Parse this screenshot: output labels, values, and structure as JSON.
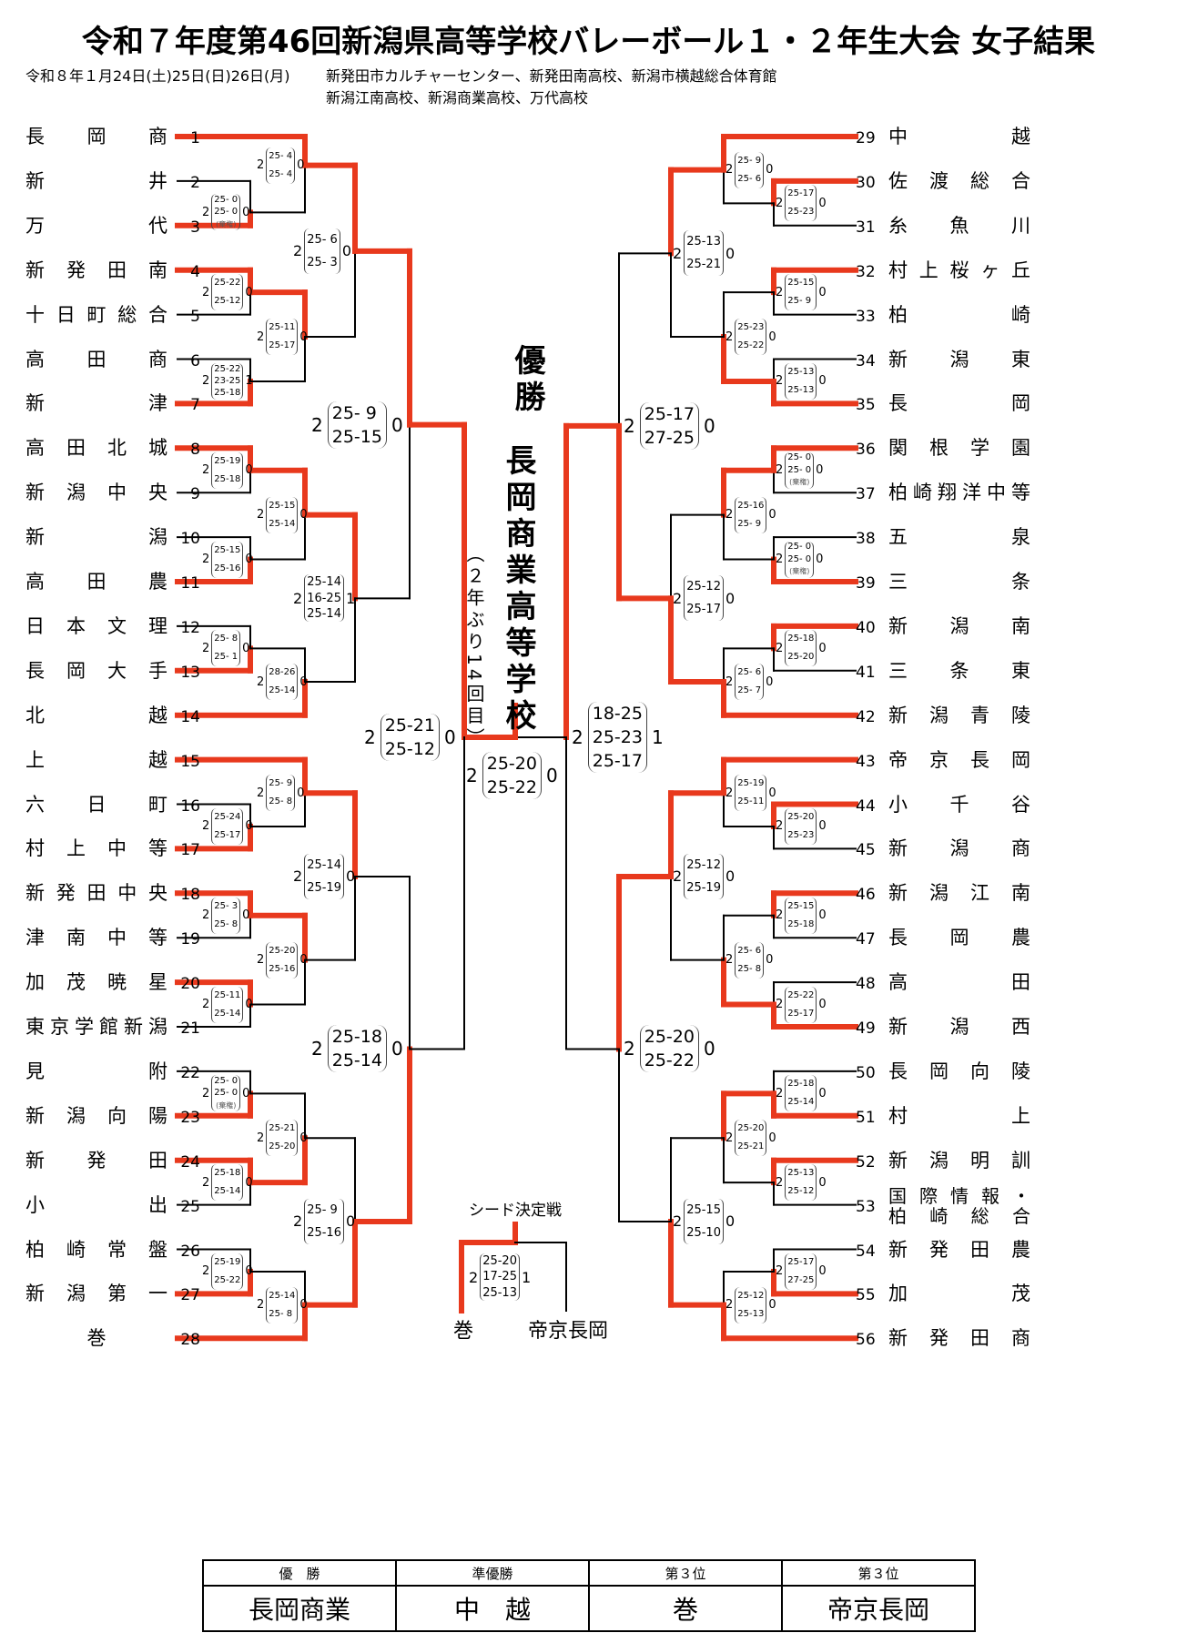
{
  "header": {
    "title": "令和７年度第46回新潟県高等学校バレーボール１・２年生大会 女子結果",
    "date_line": "令和８年１月24日(土)25日(日)26日(月)",
    "venues_line1": "新発田市カルチャーセンター、新発田南高校、新潟市横越総合体育館",
    "venues_line2": "新潟江南高校、新潟商業高校、万代高校"
  },
  "colors": {
    "winner_line": "#e8391d",
    "loser_line": "#000000"
  },
  "teams_left": [
    {
      "no": "1",
      "name": "長岡商"
    },
    {
      "no": "2",
      "name": "新井"
    },
    {
      "no": "3",
      "name": "万代"
    },
    {
      "no": "4",
      "name": "新発田南"
    },
    {
      "no": "5",
      "name": "十日町総合"
    },
    {
      "no": "6",
      "name": "高田商"
    },
    {
      "no": "7",
      "name": "新津"
    },
    {
      "no": "8",
      "name": "高田北城"
    },
    {
      "no": "9",
      "name": "新潟中央"
    },
    {
      "no": "10",
      "name": "新潟"
    },
    {
      "no": "11",
      "name": "高田農"
    },
    {
      "no": "12",
      "name": "日本文理"
    },
    {
      "no": "13",
      "name": "長岡大手"
    },
    {
      "no": "14",
      "name": "北越"
    },
    {
      "no": "15",
      "name": "上越"
    },
    {
      "no": "16",
      "name": "六日町"
    },
    {
      "no": "17",
      "name": "村上中等"
    },
    {
      "no": "18",
      "name": "新発田中央"
    },
    {
      "no": "19",
      "name": "津南中等"
    },
    {
      "no": "20",
      "name": "加茂暁星"
    },
    {
      "no": "21",
      "name": "東京学館新潟"
    },
    {
      "no": "22",
      "name": "見附"
    },
    {
      "no": "23",
      "name": "新潟向陽"
    },
    {
      "no": "24",
      "name": "新発田"
    },
    {
      "no": "25",
      "name": "小出"
    },
    {
      "no": "26",
      "name": "柏崎常盤"
    },
    {
      "no": "27",
      "name": "新潟第一"
    },
    {
      "no": "28",
      "name": "巻"
    }
  ],
  "teams_right": [
    {
      "no": "29",
      "name": "中越"
    },
    {
      "no": "30",
      "name": "佐渡総合"
    },
    {
      "no": "31",
      "name": "糸魚川"
    },
    {
      "no": "32",
      "name": "村上桜ヶ丘"
    },
    {
      "no": "33",
      "name": "柏崎"
    },
    {
      "no": "34",
      "name": "新潟東"
    },
    {
      "no": "35",
      "name": "長岡"
    },
    {
      "no": "36",
      "name": "関根学園"
    },
    {
      "no": "37",
      "name": "柏崎翔洋中等"
    },
    {
      "no": "38",
      "name": "五泉"
    },
    {
      "no": "39",
      "name": "三条"
    },
    {
      "no": "40",
      "name": "新潟南"
    },
    {
      "no": "41",
      "name": "三条東"
    },
    {
      "no": "42",
      "name": "新潟青陵"
    },
    {
      "no": "43",
      "name": "帝京長岡"
    },
    {
      "no": "44",
      "name": "小千谷"
    },
    {
      "no": "45",
      "name": "新潟商"
    },
    {
      "no": "46",
      "name": "新潟江南"
    },
    {
      "no": "47",
      "name": "長岡農"
    },
    {
      "no": "48",
      "name": "高田"
    },
    {
      "no": "49",
      "name": "新潟西"
    },
    {
      "no": "50",
      "name": "長岡向陵"
    },
    {
      "no": "51",
      "name": "村上"
    },
    {
      "no": "52",
      "name": "新潟明訓"
    },
    {
      "no": "53",
      "name": "国際情報・柏崎総合",
      "line1": "国際情報・",
      "line2": "柏崎総合"
    },
    {
      "no": "54",
      "name": "新発田農"
    },
    {
      "no": "55",
      "name": "加茂"
    },
    {
      "no": "56",
      "name": "新発田商"
    }
  ],
  "matches": [
    {
      "id": "L-2v3",
      "w": "2",
      "l": "0",
      "sets": [
        "25- 0",
        "25- 0"
      ],
      "note": "(棄権)"
    },
    {
      "id": "L-1v23",
      "w": "2",
      "l": "0",
      "sets": [
        "25- 4",
        "25- 4"
      ]
    },
    {
      "id": "L-4v5",
      "w": "2",
      "l": "0",
      "sets": [
        "25-22",
        "25-12"
      ]
    },
    {
      "id": "L-6v7",
      "w": "2",
      "l": "1",
      "sets": [
        "25-22",
        "23-25",
        "25-18"
      ]
    },
    {
      "id": "L-45v67",
      "w": "2",
      "l": "0",
      "sets": [
        "25-11",
        "25-17"
      ]
    },
    {
      "id": "L-R2a",
      "w": "2",
      "l": "0",
      "sets": [
        "25- 6",
        "25- 3"
      ]
    },
    {
      "id": "L-8v9",
      "w": "2",
      "l": "0",
      "sets": [
        "25-19",
        "25-18"
      ]
    },
    {
      "id": "L-10v11",
      "w": "2",
      "l": "0",
      "sets": [
        "25-15",
        "25-16"
      ]
    },
    {
      "id": "L-89v1011",
      "w": "2",
      "l": "0",
      "sets": [
        "25-15",
        "25-14"
      ]
    },
    {
      "id": "L-12v13",
      "w": "2",
      "l": "0",
      "sets": [
        "25- 8",
        "25- 1"
      ]
    },
    {
      "id": "L-1213v14",
      "w": "2",
      "l": "0",
      "sets": [
        "28-26",
        "25-14"
      ]
    },
    {
      "id": "L-R2b",
      "w": "2",
      "l": "1",
      "sets": [
        "25-14",
        "16-25",
        "25-14"
      ]
    },
    {
      "id": "L-QF1",
      "w": "2",
      "l": "0",
      "sets": [
        "25- 9",
        "25-15"
      ]
    },
    {
      "id": "L-15v1617",
      "w": "2",
      "l": "0",
      "sets": [
        "25- 9",
        "25- 8"
      ]
    },
    {
      "id": "L-16v17",
      "w": "2",
      "l": "0",
      "sets": [
        "25-24",
        "25-17"
      ]
    },
    {
      "id": "L-R2c",
      "w": "2",
      "l": "0",
      "sets": [
        "25-14",
        "25-19"
      ]
    },
    {
      "id": "L-18v19",
      "w": "2",
      "l": "0",
      "sets": [
        "25- 3",
        "25- 8"
      ]
    },
    {
      "id": "L-20v21",
      "w": "2",
      "l": "0",
      "sets": [
        "25-11",
        "25-14"
      ]
    },
    {
      "id": "L-1819v2021",
      "w": "2",
      "l": "0",
      "sets": [
        "25-20",
        "25-16"
      ]
    },
    {
      "id": "L-22v23",
      "w": "2",
      "l": "0",
      "sets": [
        "25- 0",
        "25- 0"
      ],
      "note": "(棄権)"
    },
    {
      "id": "L-2223v2425",
      "w": "2",
      "l": "0",
      "sets": [
        "25-21",
        "25-20"
      ]
    },
    {
      "id": "L-24v25",
      "w": "2",
      "l": "0",
      "sets": [
        "25-18",
        "25-14"
      ]
    },
    {
      "id": "L-26v27",
      "w": "2",
      "l": "0",
      "sets": [
        "25-19",
        "25-22"
      ]
    },
    {
      "id": "L-2627v28",
      "w": "2",
      "l": "0",
      "sets": [
        "25-14",
        "25- 8"
      ]
    },
    {
      "id": "L-R2d",
      "w": "2",
      "l": "0",
      "sets": [
        "25- 9",
        "25-16"
      ]
    },
    {
      "id": "L-QF2",
      "w": "2",
      "l": "0",
      "sets": [
        "25-18",
        "25-14"
      ]
    },
    {
      "id": "L-SF",
      "w": "2",
      "l": "0",
      "sets": [
        "25-21",
        "25-12"
      ]
    },
    {
      "id": "FINAL",
      "w": "2",
      "l": "0",
      "sets": [
        "25-20",
        "25-22"
      ]
    },
    {
      "id": "R-SF",
      "w": "2",
      "l": "1",
      "sets": [
        "18-25",
        "25-23",
        "25-17"
      ]
    },
    {
      "id": "R-29v3031",
      "w": "2",
      "l": "0",
      "sets": [
        "25- 9",
        "25- 6"
      ]
    },
    {
      "id": "R-30v31",
      "w": "2",
      "l": "0",
      "sets": [
        "25-17",
        "25-23"
      ]
    },
    {
      "id": "R-R2a",
      "w": "2",
      "l": "0",
      "sets": [
        "25-13",
        "25-21"
      ]
    },
    {
      "id": "R-32v33",
      "w": "2",
      "l": "0",
      "sets": [
        "25-15",
        "25- 9"
      ]
    },
    {
      "id": "R-3233v3435",
      "w": "2",
      "l": "0",
      "sets": [
        "25-23",
        "25-22"
      ]
    },
    {
      "id": "R-34v35",
      "w": "2",
      "l": "0",
      "sets": [
        "25-13",
        "25-13"
      ]
    },
    {
      "id": "R-QF1",
      "w": "2",
      "l": "0",
      "sets": [
        "25-17",
        "27-25"
      ]
    },
    {
      "id": "R-36v37",
      "w": "2",
      "l": "0",
      "sets": [
        "25- 0",
        "25- 0"
      ],
      "note": "(棄権)"
    },
    {
      "id": "R-3637v3839",
      "w": "2",
      "l": "0",
      "sets": [
        "25-16",
        "25- 9"
      ]
    },
    {
      "id": "R-38v39",
      "w": "2",
      "l": "0",
      "sets": [
        "25- 0",
        "25- 0"
      ],
      "note": "(棄権)"
    },
    {
      "id": "R-R2b",
      "w": "2",
      "l": "0",
      "sets": [
        "25-12",
        "25-17"
      ]
    },
    {
      "id": "R-40v41",
      "w": "2",
      "l": "0",
      "sets": [
        "25-18",
        "25-20"
      ]
    },
    {
      "id": "R-4041v42",
      "w": "2",
      "l": "0",
      "sets": [
        "25- 6",
        "25- 7"
      ]
    },
    {
      "id": "R-43v4445",
      "w": "2",
      "l": "0",
      "sets": [
        "25-19",
        "25-11"
      ]
    },
    {
      "id": "R-44v45",
      "w": "2",
      "l": "0",
      "sets": [
        "25-20",
        "25-23"
      ]
    },
    {
      "id": "R-R2c",
      "w": "2",
      "l": "0",
      "sets": [
        "25-12",
        "25-19"
      ]
    },
    {
      "id": "R-46v47",
      "w": "2",
      "l": "0",
      "sets": [
        "25-15",
        "25-18"
      ]
    },
    {
      "id": "R-4647v4849",
      "w": "2",
      "l": "0",
      "sets": [
        "25- 6",
        "25- 8"
      ]
    },
    {
      "id": "R-48v49",
      "w": "2",
      "l": "0",
      "sets": [
        "25-22",
        "25-17"
      ]
    },
    {
      "id": "R-QF2",
      "w": "2",
      "l": "0",
      "sets": [
        "25-20",
        "25-22"
      ]
    },
    {
      "id": "R-50v51",
      "w": "2",
      "l": "0",
      "sets": [
        "25-18",
        "25-14"
      ]
    },
    {
      "id": "R-5051v5253",
      "w": "2",
      "l": "0",
      "sets": [
        "25-20",
        "25-21"
      ]
    },
    {
      "id": "R-52v53",
      "w": "2",
      "l": "0",
      "sets": [
        "25-13",
        "25-12"
      ]
    },
    {
      "id": "R-R2d",
      "w": "2",
      "l": "0",
      "sets": [
        "25-15",
        "25-10"
      ]
    },
    {
      "id": "R-54v55",
      "w": "2",
      "l": "0",
      "sets": [
        "25-17",
        "27-25"
      ]
    },
    {
      "id": "R-5455v56",
      "w": "2",
      "l": "0",
      "sets": [
        "25-12",
        "25-13"
      ]
    },
    {
      "id": "SEED",
      "w": "2",
      "l": "1",
      "sets": [
        "25-20",
        "17-25",
        "25-13"
      ]
    }
  ],
  "champion": {
    "label": "優勝",
    "school": "長岡商業高等学校",
    "note": "（２年ぶり14回目）"
  },
  "seed_match": {
    "title": "シード決定戦",
    "winner": "巻",
    "loser": "帝京長岡"
  },
  "results_table": {
    "headers": [
      "優　勝",
      "準優勝",
      "第３位",
      "第３位"
    ],
    "values": [
      "長岡商業",
      "中　越",
      "巻",
      "帝京長岡"
    ]
  }
}
